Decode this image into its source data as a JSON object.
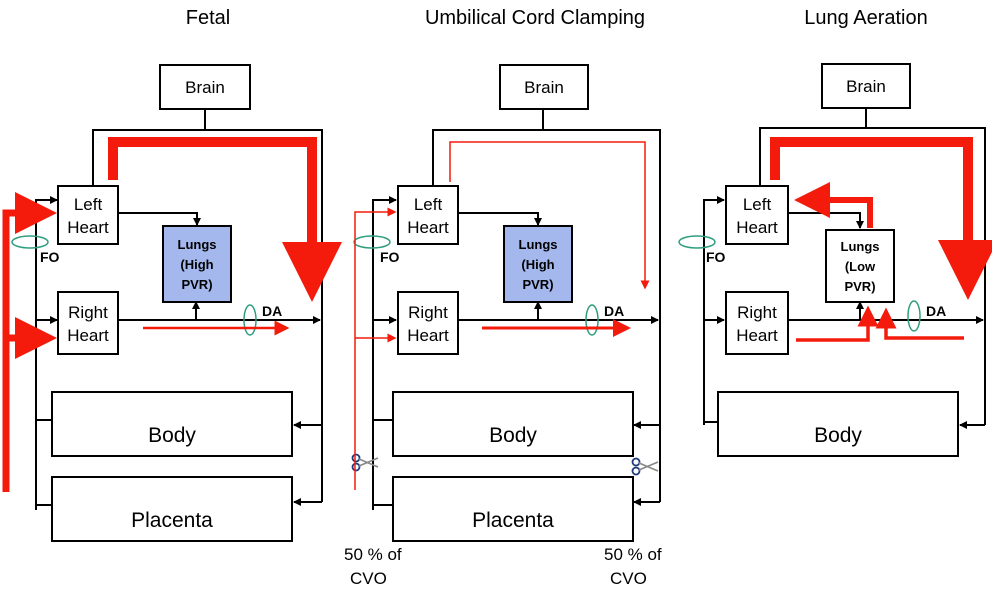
{
  "panels": [
    {
      "title": "Fetal",
      "brain": "Brain",
      "left_heart": [
        "Left",
        "Heart"
      ],
      "right_heart": [
        "Right",
        "Heart"
      ],
      "lungs": [
        "Lungs",
        "(High",
        "PVR)"
      ],
      "body": "Body",
      "placenta": "Placenta",
      "fo": "FO",
      "da": "DA"
    },
    {
      "title": "Umbilical Cord Clamping",
      "brain": "Brain",
      "left_heart": [
        "Left",
        "Heart"
      ],
      "right_heart": [
        "Right",
        "Heart"
      ],
      "lungs": [
        "Lungs",
        "(High",
        "PVR)"
      ],
      "body": "Body",
      "placenta": "Placenta",
      "fo": "FO",
      "da": "DA",
      "cvo_left": [
        "50 % of",
        "CVO"
      ],
      "cvo_right": [
        "50 % of",
        "CVO"
      ]
    },
    {
      "title": "Lung Aeration",
      "brain": "Brain",
      "left_heart": [
        "Left",
        "Heart"
      ],
      "right_heart": [
        "Right",
        "Heart"
      ],
      "lungs": [
        "Lungs",
        "(Low",
        "PVR)"
      ],
      "body": "Body",
      "fo": "FO",
      "da": "DA"
    }
  ],
  "colors": {
    "flow": "#f41b0c",
    "lungs_high_pvr": "#a4b8ee",
    "valve": "#2e9e7e"
  }
}
